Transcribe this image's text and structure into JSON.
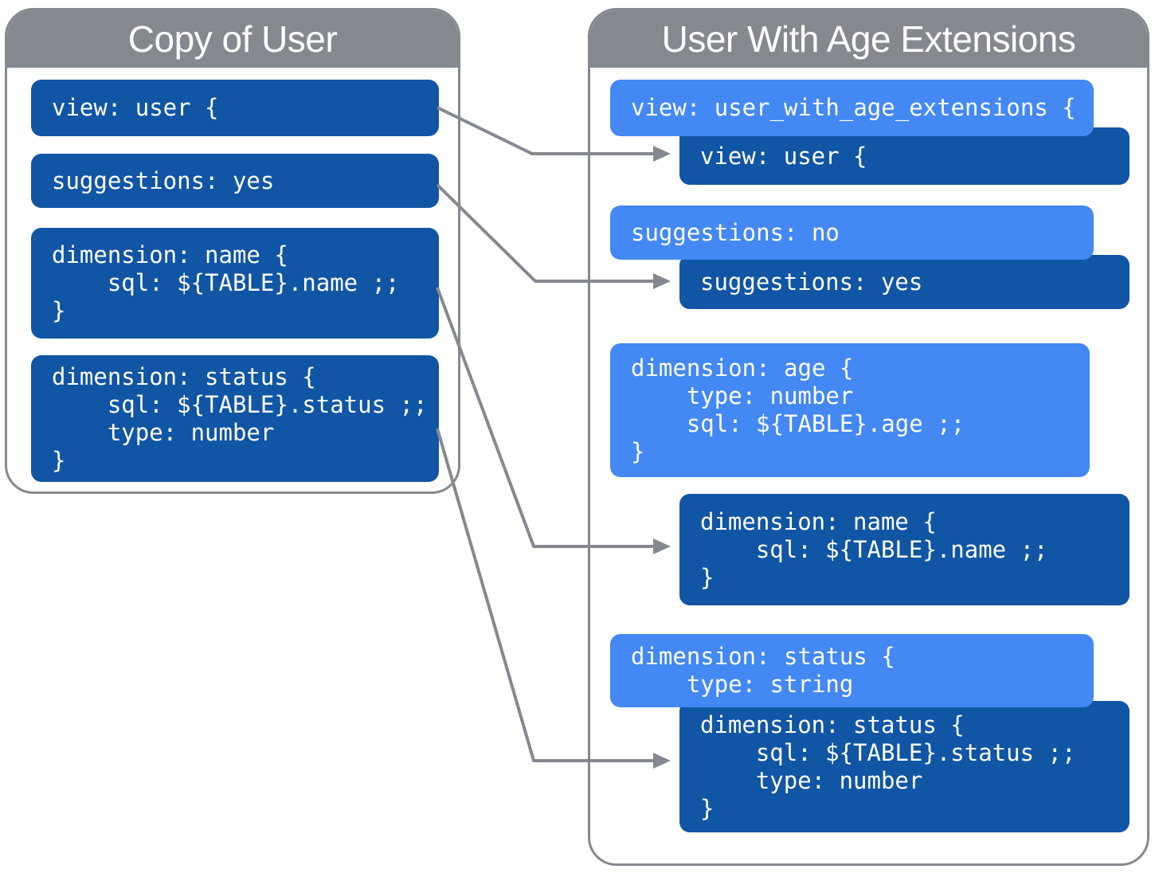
{
  "diagram": {
    "description": "LookML refinement diagram comparing a copied view with a refined view"
  },
  "colors": {
    "dark_blue_block": "#1155A5",
    "light_blue_block": "#4488F4",
    "gray_header_border_arrows": "#85898F",
    "text": "#FFFFFF"
  },
  "left_panel": {
    "title": "Copy of User",
    "blocks": {
      "view": {
        "code": "view: user {"
      },
      "suggestions": {
        "code": "suggestions: yes"
      },
      "dimension_name": {
        "code": "dimension: name {\n    sql: ${TABLE}.name ;;\n}"
      },
      "dimension_status": {
        "code": "dimension: status {\n    sql: ${TABLE}.status ;;\n    type: number\n}"
      }
    }
  },
  "right_panel": {
    "title": "User With Age Extensions",
    "blocks": {
      "view_refinement": {
        "code": "view: user_with_age_extensions {"
      },
      "view_original": {
        "code": "view: user {"
      },
      "suggestions_refinement": {
        "code": "suggestions: no"
      },
      "suggestions_original": {
        "code": "suggestions: yes"
      },
      "dimension_age": {
        "code": "dimension: age {\n    type: number\n    sql: ${TABLE}.age ;;\n}"
      },
      "dimension_name": {
        "code": "dimension: name {\n    sql: ${TABLE}.name ;;\n}"
      },
      "dimension_status_refinement": {
        "code": "dimension: status {\n    type: string"
      },
      "dimension_status_original": {
        "code": "dimension: status {\n    sql: ${TABLE}.status ;;\n    type: number\n}"
      }
    }
  },
  "connections": [
    {
      "from": "left.view",
      "to": "right.view_original"
    },
    {
      "from": "left.suggestions",
      "to": "right.suggestions_original"
    },
    {
      "from": "left.dimension_name",
      "to": "right.dimension_name"
    },
    {
      "from": "left.dimension_status",
      "to": "right.dimension_status_original"
    }
  ]
}
